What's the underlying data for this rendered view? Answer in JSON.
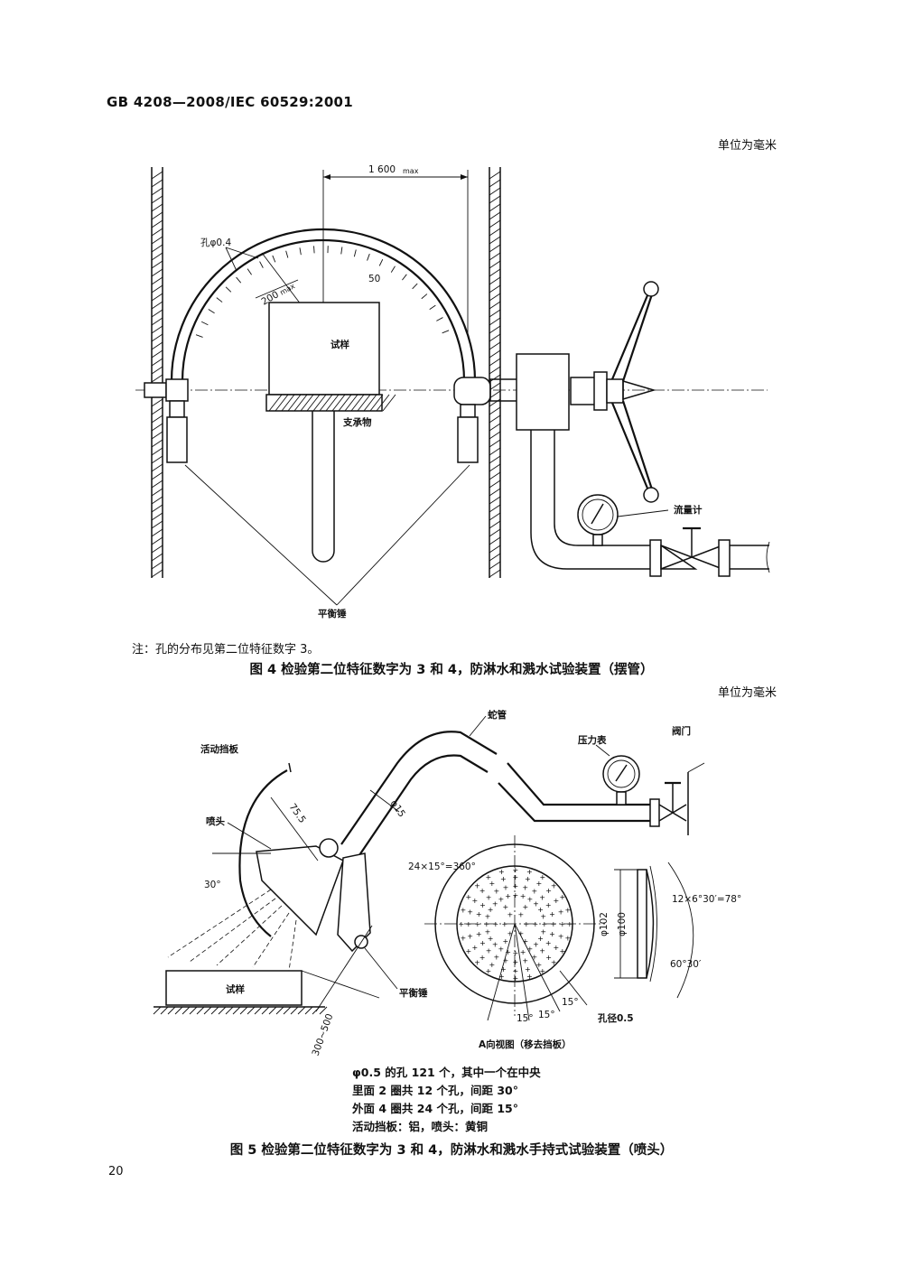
{
  "header": {
    "standard_id": "GB 4208—2008/IEC 60529:2001"
  },
  "fig4": {
    "unit_note": "单位为毫米",
    "dim_width": "1 600",
    "dim_width_sub": "max",
    "hole_label": "孔φ0.4",
    "radius_label": "200",
    "radius_sub": "max",
    "scale_mark": "50",
    "sample_label": "试样",
    "support_label": "支承物",
    "flowmeter_label": "流量计",
    "counterweight_label": "平衡锤",
    "note": "注：孔的分布见第二位特征数字 3。",
    "caption": "图 4   检验第二位特征数字为 3 和 4，防淋水和溅水试验装置（摆管）"
  },
  "fig5": {
    "unit_note": "单位为毫米",
    "hose_label": "蛇管",
    "gauge_label": "压力表",
    "valve_label": "阀门",
    "shield_label": "活动挡板",
    "nozzle_label": "喷头",
    "dim_75": "75.5",
    "dim_phi15": "φ15",
    "angle_30": "30°",
    "sample_label": "试样",
    "counterweight_label": "平衡锤",
    "dim_300_500": "300~500",
    "holes_24": "24×15°=360°",
    "dia_102": "φ102",
    "dia_100": "φ100",
    "arc_12": "12×6°30′=78°",
    "angle_60": "60°30′",
    "angle_15a": "15°",
    "angle_15b": "15°",
    "angle_15c": "15°",
    "hole_dia": "孔径0.5",
    "view_label": "A向视图（移去挡板）",
    "notes": [
      "φ0.5 的孔 121 个，其中一个在中央",
      "里面 2 圈共 12 个孔，间距 30°",
      "外面 4 圈共 24 个孔，间距 15°",
      "活动挡板：铝，喷头：黄铜"
    ],
    "caption": "图 5   检验第二位特征数字为 3 和 4，防淋水和溅水手持式试验装置（喷头）"
  },
  "page_number": "20"
}
